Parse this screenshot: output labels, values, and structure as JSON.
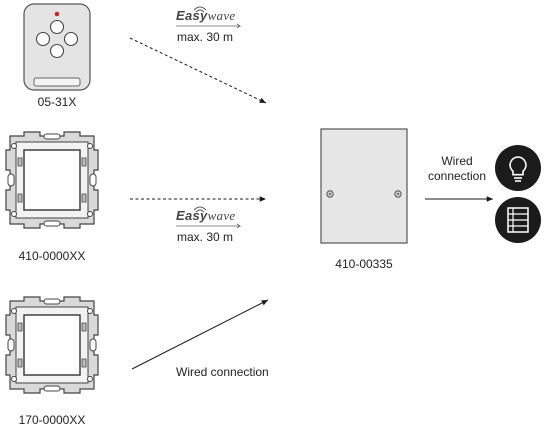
{
  "devices": {
    "remote": {
      "label": "05-31X"
    },
    "switch_rf": {
      "label": "410-0000XX"
    },
    "switch_wired": {
      "label": "170-0000XX"
    },
    "receiver": {
      "label": "410-00335"
    }
  },
  "links": {
    "rf_top": {
      "brand_a": "Easy",
      "brand_b": "wave",
      "range": "max. 30 m"
    },
    "rf_mid": {
      "brand_a": "Easy",
      "brand_b": "wave",
      "range": "max. 30 m"
    },
    "wired_bottom": {
      "label": "Wired connection"
    },
    "wired_output": {
      "line1": "Wired",
      "line2": "connection"
    }
  },
  "outputs": {
    "icons": [
      "light-bulb-icon",
      "shutter-blind-icon"
    ]
  },
  "colors": {
    "line": "#1a1a1a",
    "device_fill": "#e6e6e6",
    "device_stroke": "#555555",
    "output_fill": "#1b1b1b"
  }
}
